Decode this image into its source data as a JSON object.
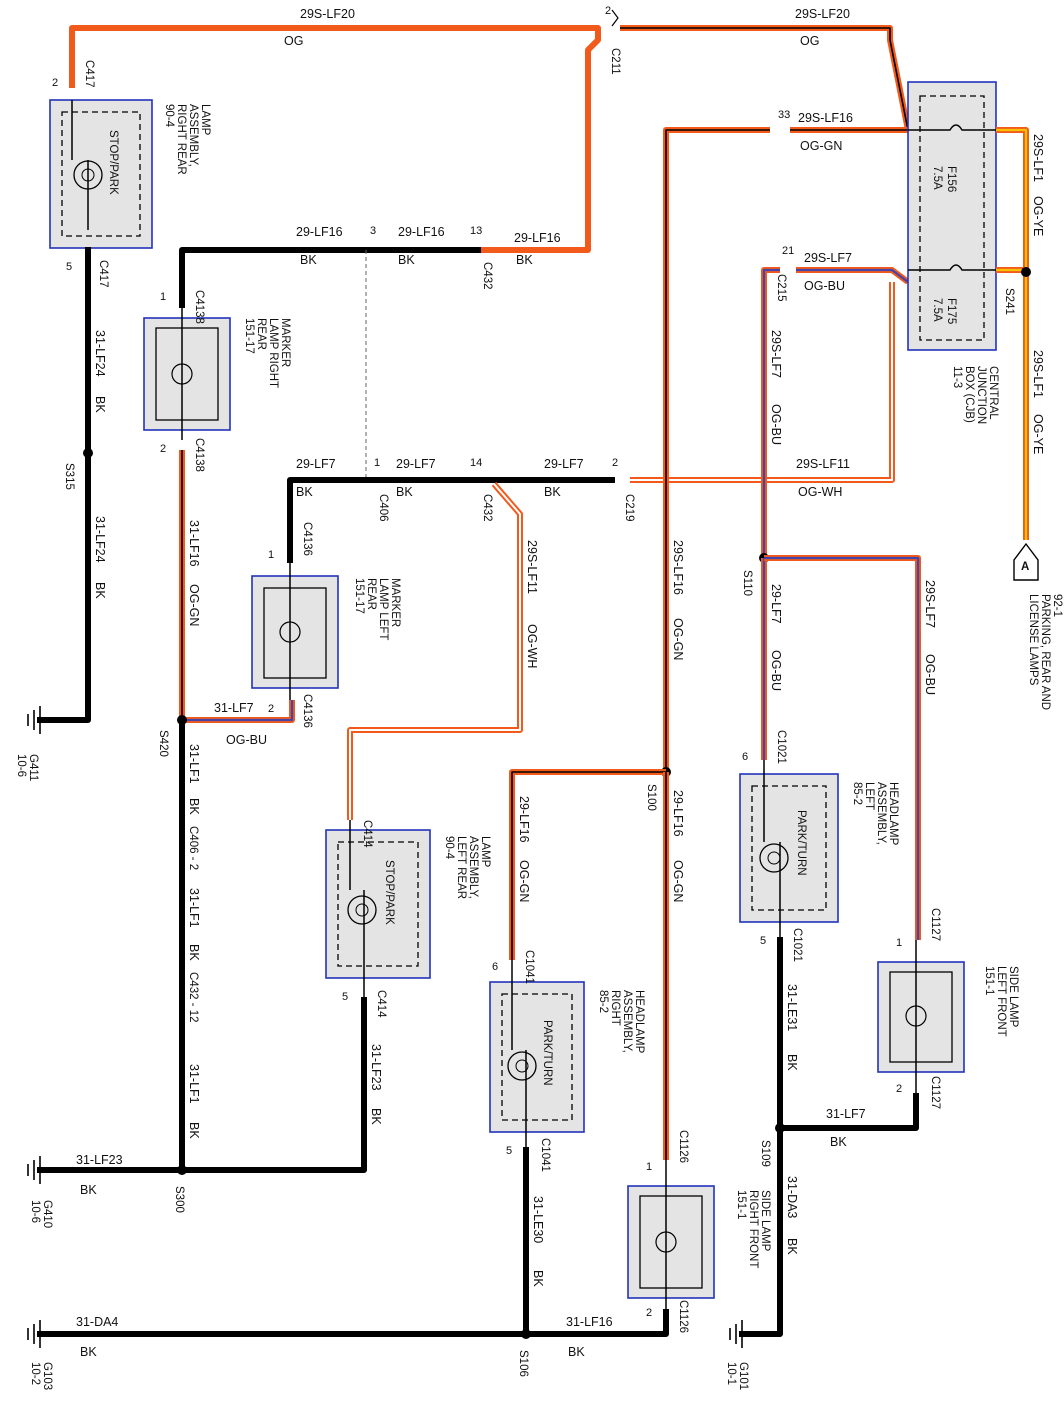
{
  "wires": {
    "top_left": {
      "circuit": "29S-LF20",
      "color": "OG"
    },
    "top_right": {
      "circuit": "29S-LF20",
      "color": "OG"
    },
    "cjb_lf16": {
      "circuit": "29S-LF16",
      "color": "OG-GN"
    },
    "cjb_lf7": {
      "circuit": "29S-LF7",
      "color": "OG-BU"
    },
    "lf16_a": {
      "circuit": "29-LF16",
      "color": "BK"
    },
    "lf16_b": {
      "circuit": "29-LF16",
      "color": "BK"
    },
    "lf16_c": {
      "circuit": "29-LF16",
      "color": "BK"
    },
    "lf7_a": {
      "circuit": "29-LF7",
      "color": "BK"
    },
    "lf7_b": {
      "circuit": "29-LF7",
      "color": "BK"
    },
    "lf7_c": {
      "circuit": "29-LF7",
      "color": "BK"
    },
    "lf11_h": {
      "circuit": "29S-LF11",
      "color": "OG-WH"
    },
    "lf11_v": {
      "circuit": "29S-LF11",
      "color": "OG-WH"
    },
    "lf1_top": {
      "circuit": "29S-LF1",
      "color": "OG-YE"
    },
    "lf1_right": {
      "circuit": "29S-LF1",
      "color": "OG-YE"
    },
    "lf24_a": {
      "circuit": "31-LF24",
      "color": "BK"
    },
    "lf24_b": {
      "circuit": "31-LF24",
      "color": "BK"
    },
    "lf16_rear": {
      "circuit": "31-LF16",
      "color": "OG-GN"
    },
    "lf7_rear": {
      "circuit": "31-LF7",
      "color": "OG-BU"
    },
    "lf1_a": {
      "circuit": "31-LF1",
      "color": "BK"
    },
    "lf1_b": {
      "circuit": "31-LF1",
      "color": "BK"
    },
    "lf1_c": {
      "circuit": "31-LF1",
      "color": "BK"
    },
    "lf23_v": {
      "circuit": "31-LF23",
      "color": "BK"
    },
    "lf23_h": {
      "circuit": "31-LF23",
      "color": "BK"
    },
    "lf16_s100v": {
      "circuit": "29S-LF16",
      "color": "OG-GN"
    },
    "lf16_s100": {
      "circuit": "29-LF16",
      "color": "OG-GN"
    },
    "lf16_hr": {
      "circuit": "29-LF16",
      "color": "OG-GN"
    },
    "lf7_cjbv": {
      "circuit": "29S-LF7",
      "color": "OG-BU"
    },
    "lf7_s110": {
      "circuit": "29-LF7",
      "color": "OG-BU"
    },
    "lf7_side": {
      "circuit": "29S-LF7",
      "color": "OG-BU"
    },
    "le31": {
      "circuit": "31-LE31",
      "color": "BK"
    },
    "lf7_front": {
      "circuit": "31-LF7",
      "color": "BK"
    },
    "da3": {
      "circuit": "31-DA3",
      "color": "BK"
    },
    "le30": {
      "circuit": "31-LE30",
      "color": "BK"
    },
    "lf16_front": {
      "circuit": "31-LF16",
      "color": "BK"
    },
    "da4": {
      "circuit": "31-DA4",
      "color": "BK"
    }
  },
  "connectors": {
    "c211": {
      "name": "C211",
      "pin": "2"
    },
    "c417_top": {
      "name": "C417",
      "pin": "2"
    },
    "c417_bot": {
      "name": "C417",
      "pin": "5"
    },
    "c4138_top": {
      "name": "C4138",
      "pin": "1"
    },
    "c4138_bot": {
      "name": "C4138",
      "pin": "2"
    },
    "c432_top": {
      "name": "C432",
      "pin": "13"
    },
    "c432_mid": {
      "name": "C432",
      "pin": "14"
    },
    "pin3": {
      "pin": "3"
    },
    "pin1": {
      "pin": "1"
    },
    "c406": {
      "name": "C406"
    },
    "c219": {
      "name": "C219",
      "pin": "2"
    },
    "c215": {
      "name": "C215",
      "pin": "21"
    },
    "cjb33": {
      "pin": "33"
    },
    "c4136_top": {
      "name": "C4136",
      "pin": "1"
    },
    "c4136_bot": {
      "name": "C4136",
      "pin": "2"
    },
    "c414_top": {
      "name": "C414"
    },
    "c414_bot": {
      "name": "C414",
      "pin": "5"
    },
    "c406_lower": {
      "name": "C406 - 2"
    },
    "c432_lower": {
      "name": "C432 - 12"
    },
    "c1041_top": {
      "name": "C1041",
      "pin": "6"
    },
    "c1041_bot": {
      "name": "C1041",
      "pin": "5"
    },
    "c1021_top": {
      "name": "C1021",
      "pin": "6"
    },
    "c1021_bot": {
      "name": "C1021",
      "pin": "5"
    },
    "c1127_top": {
      "name": "C1127",
      "pin": "1"
    },
    "c1127_bot": {
      "name": "C1127",
      "pin": "2"
    },
    "c1126_top": {
      "name": "C1126",
      "pin": "1"
    },
    "c1126_bot": {
      "name": "C1126",
      "pin": "2"
    }
  },
  "splices": {
    "s315": "S315",
    "s420": "S420",
    "s300": "S300",
    "s100": "S100",
    "s110": "S110",
    "s109": "S109",
    "s106": "S106",
    "s241": "S241"
  },
  "grounds": {
    "g411": {
      "name": "G411",
      "ref": "10-6"
    },
    "g410": {
      "name": "G410",
      "ref": "10-6"
    },
    "g103": {
      "name": "G103",
      "ref": "10-2"
    },
    "g101": {
      "name": "G101",
      "ref": "10-1"
    }
  },
  "components": {
    "lamp_rr": {
      "lines": [
        "LAMP",
        "ASSEMBLY,",
        "RIGHT REAR",
        "90-4"
      ],
      "inner": "STOP/PARK"
    },
    "marker_rr": {
      "lines": [
        "MARKER",
        "LAMP RIGHT",
        "REAR",
        "151-17"
      ]
    },
    "marker_lr": {
      "lines": [
        "MARKER",
        "LAMP LEFT",
        "REAR",
        "151-17"
      ]
    },
    "lamp_lr": {
      "lines": [
        "LAMP",
        "ASSEMBLY,",
        "LEFT REAR",
        "90-4"
      ],
      "inner": "STOP/PARK"
    },
    "headlamp_r": {
      "lines": [
        "HEADLAMP",
        "ASSEMBLY,",
        "RIGHT",
        "85-2"
      ],
      "inner": "PARK/TURN"
    },
    "headlamp_l": {
      "lines": [
        "HEADLAMP",
        "ASSEMBLY,",
        "LEFT",
        "85-2"
      ],
      "inner": "PARK/TURN"
    },
    "side_rf": {
      "lines": [
        "SIDE LAMP",
        "RIGHT FRONT",
        "151-1"
      ]
    },
    "side_lf": {
      "lines": [
        "SIDE LAMP",
        "LEFT FRONT",
        "151-1"
      ]
    },
    "cjb": {
      "lines": [
        "CENTRAL",
        "JUNCTION",
        "BOX (CJB)",
        "11-3"
      ]
    },
    "fuse156": {
      "name": "F156",
      "rating": "7.5A"
    },
    "fuse175": {
      "name": "F175",
      "rating": "7.5A"
    },
    "offpage": {
      "letter": "A",
      "lines": [
        "92-1",
        "PARKING, REAR AND",
        "LICENSE LAMPS"
      ]
    }
  }
}
